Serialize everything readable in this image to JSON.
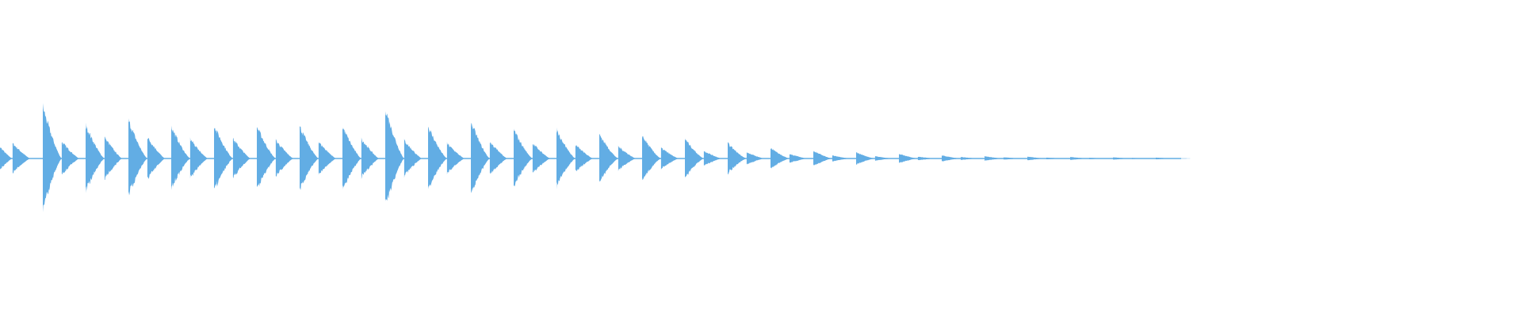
{
  "waveform": {
    "color": "#62ade4",
    "background": "#ffffff",
    "beats_per_cycle": 2,
    "note": "",
    "beats": [
      {
        "peak": 0.13,
        "tail": 0.1
      },
      {
        "peak": 0.34,
        "tail": 0.11
      },
      {
        "peak": 0.22,
        "tail": 0.14
      },
      {
        "peak": 0.25,
        "tail": 0.14
      },
      {
        "peak": 0.21,
        "tail": 0.13
      },
      {
        "peak": 0.22,
        "tail": 0.13
      },
      {
        "peak": 0.21,
        "tail": 0.12
      },
      {
        "peak": 0.21,
        "tail": 0.11
      },
      {
        "peak": 0.21,
        "tail": 0.13
      },
      {
        "peak": 0.33,
        "tail": 0.12
      },
      {
        "peak": 0.21,
        "tail": 0.1
      },
      {
        "peak": 0.24,
        "tail": 0.11
      },
      {
        "peak": 0.19,
        "tail": 0.1
      },
      {
        "peak": 0.19,
        "tail": 0.09
      },
      {
        "peak": 0.16,
        "tail": 0.08
      },
      {
        "peak": 0.15,
        "tail": 0.07
      },
      {
        "peak": 0.13,
        "tail": 0.05
      },
      {
        "peak": 0.1,
        "tail": 0.04
      },
      {
        "peak": 0.07,
        "tail": 0.03
      },
      {
        "peak": 0.05,
        "tail": 0.02
      },
      {
        "peak": 0.04,
        "tail": 0.015
      },
      {
        "peak": 0.03,
        "tail": 0.012
      },
      {
        "peak": 0.02,
        "tail": 0.01
      },
      {
        "peak": 0.015,
        "tail": 0.008
      },
      {
        "peak": 0.012,
        "tail": 0.006
      },
      {
        "peak": 0.01,
        "tail": 0.005
      },
      {
        "peak": 0.008,
        "tail": 0.004
      },
      {
        "peak": 0.006,
        "tail": 0.003
      }
    ]
  }
}
